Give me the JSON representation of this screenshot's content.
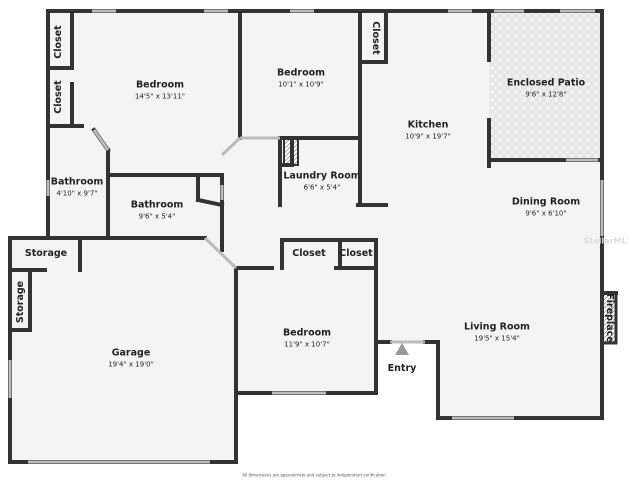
{
  "rooms": [
    {
      "name": "Bedroom",
      "dims": "14'5\" x 13'11\""
    },
    {
      "name": "Bedroom",
      "dims": "10'1\" x 10'9\""
    },
    {
      "name": "Enclosed Patio",
      "dims": "9'6\" x 12'8\""
    },
    {
      "name": "Kitchen",
      "dims": "10'9\" x 19'7\""
    },
    {
      "name": "Laundry Room",
      "dims": "6'6\" x 5'4\""
    },
    {
      "name": "Bathroom",
      "dims": "4'10\" x 9'7\""
    },
    {
      "name": "Bathroom",
      "dims": "9'6\" x 5'4\""
    },
    {
      "name": "Dining Room",
      "dims": "9'6\" x 6'10\""
    },
    {
      "name": "Bedroom",
      "dims": "11'9\" x 10'7\""
    },
    {
      "name": "Garage",
      "dims": "19'4\" x 19'0\""
    },
    {
      "name": "Living Room",
      "dims": "19'5\" x 15'4\""
    }
  ],
  "labels": {
    "closet1": "Closet",
    "closet2": "Closet",
    "closet3": "Closet",
    "closet4": "Closet",
    "closet5": "Closet",
    "storage1": "Storage",
    "storage2": "Storage",
    "fireplace": "Fireplace",
    "entry": "Entry"
  },
  "footer": "All dimensions are approximate and subject to independent verification",
  "watermark": "StellarMLS",
  "colors": {
    "wall": "#333333",
    "floor": "#f4f4f4",
    "patio_tile": "#e0e0e0"
  }
}
